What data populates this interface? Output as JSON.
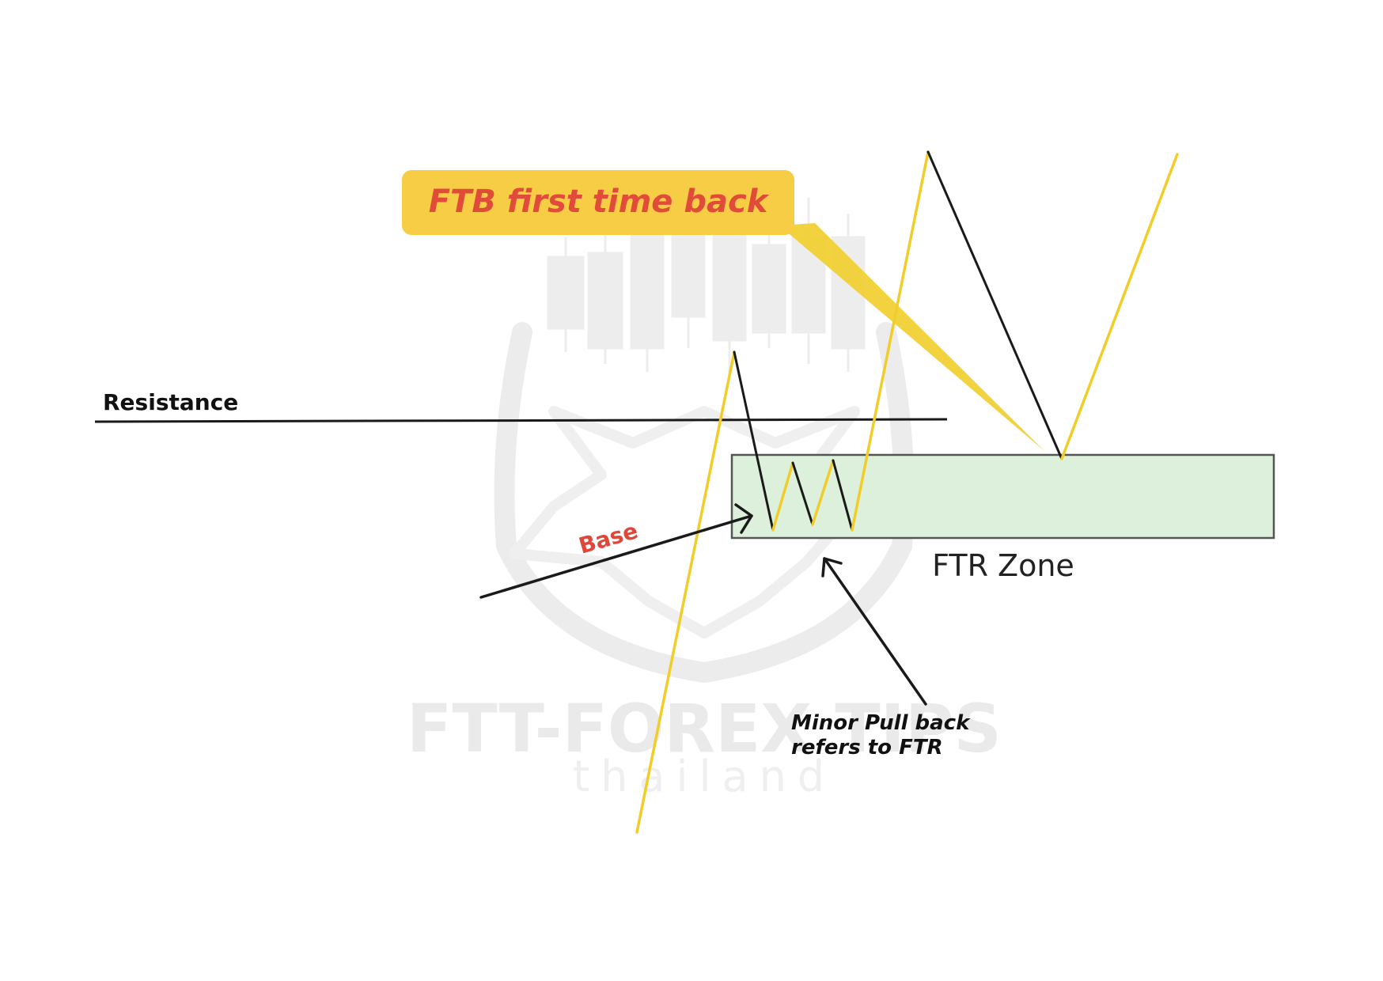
{
  "labels": {
    "callout": "FTB first time back",
    "resistance": "Resistance",
    "base": "Base",
    "zone": "FTR Zone",
    "pullback_line1": "Minor Pull back",
    "pullback_line2": "refers to FTR"
  },
  "watermark": {
    "brand": "FTT-FOREX TIPS",
    "sub": "thailand",
    "icon": "wolf-shield-candlestick-logo"
  },
  "colors": {
    "yellow": "#f2cd2a",
    "callout_fill": "#f7cd45",
    "callout_text": "#e14b3a",
    "base_text": "#e0463a",
    "zone_fill": "#dcf0dc",
    "zone_stroke": "#555555",
    "line_dark": "#1a1a1a",
    "watermark": "#e6e6e6"
  }
}
